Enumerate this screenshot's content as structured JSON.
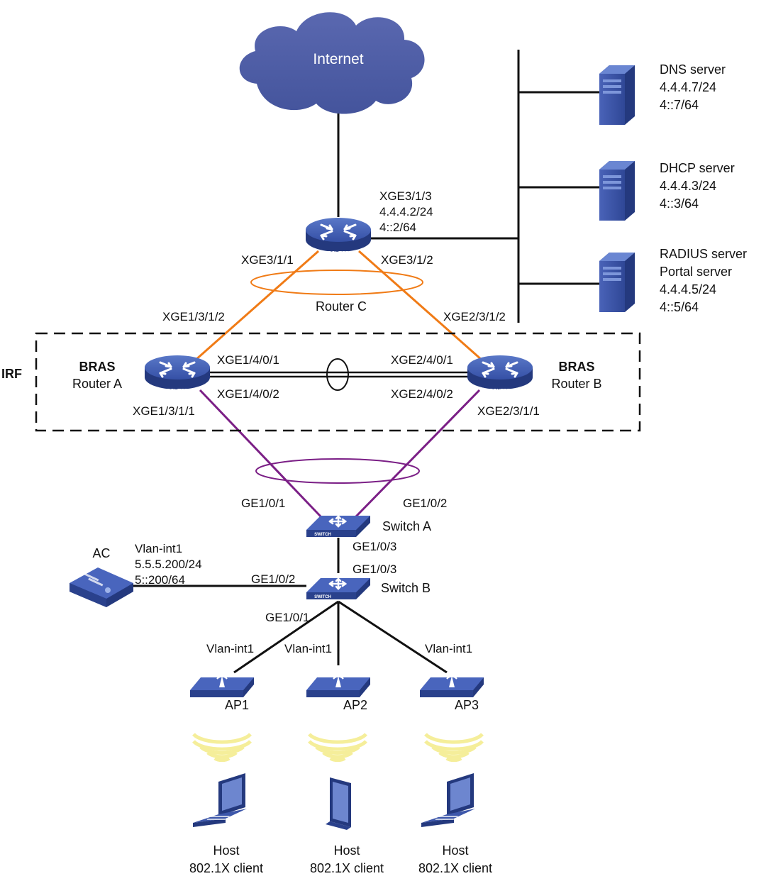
{
  "colors": {
    "device": "#3f5bb0",
    "device_dark": "#22367a",
    "cloud": "#4f5fa6",
    "orange": "#f07b16",
    "purple": "#7b1f86",
    "signal": "#f5ee9a"
  },
  "internet": {
    "label": "Internet"
  },
  "servers": {
    "dns": {
      "name": "DNS server",
      "ip4": "4.4.4.7/24",
      "ip6": "4::7/64"
    },
    "dhcp": {
      "name": "DHCP server",
      "ip4": "4.4.4.3/24",
      "ip6": "4::3/64"
    },
    "radius": {
      "name": "RADIUS server",
      "name2": "Portal server",
      "ip4": "4.4.4.5/24",
      "ip6": "4::5/64"
    }
  },
  "router_c": {
    "name": "Router C",
    "icon_text": "ROUTER",
    "port_server": "XGE3/1/3",
    "ip4": "4.4.4.2/24",
    "ip6": "4::2/64",
    "port_a": "XGE3/1/1",
    "port_b": "XGE3/1/2"
  },
  "irf": {
    "label": "IRF"
  },
  "router_a": {
    "role": "BRAS",
    "name": "Router A",
    "icon_text": "ROUTER",
    "port_up": "XGE1/3/1/2",
    "port_irf1": "XGE1/4/0/1",
    "port_irf2": "XGE1/4/0/2",
    "port_down": "XGE1/3/1/1"
  },
  "router_b": {
    "role": "BRAS",
    "name": "Router B",
    "icon_text": "ROUTER",
    "port_up": "XGE2/3/1/2",
    "port_irf1": "XGE2/4/0/1",
    "port_irf2": "XGE2/4/0/2",
    "port_down": "XGE2/3/1/1"
  },
  "switch_a": {
    "name": "Switch A",
    "icon_text": "SWITCH",
    "port_a": "GE1/0/1",
    "port_b": "GE1/0/2",
    "port_down": "GE1/0/3"
  },
  "switch_b": {
    "name": "Switch B",
    "icon_text": "SWITCH",
    "port_up": "GE1/0/3",
    "port_ac": "GE1/0/2",
    "port_ap": "GE1/0/1"
  },
  "ac": {
    "name": "AC",
    "vlan": "Vlan-int1",
    "ip4": "5.5.5.200/24",
    "ip6": "5::200/64"
  },
  "aps": [
    {
      "name": "AP1",
      "vlan": "Vlan-int1"
    },
    {
      "name": "AP2",
      "vlan": "Vlan-int1"
    },
    {
      "name": "AP3",
      "vlan": "Vlan-int1"
    }
  ],
  "hosts": [
    {
      "name": "Host",
      "role": "802.1X client"
    },
    {
      "name": "Host",
      "role": "802.1X client"
    },
    {
      "name": "Host",
      "role": "802.1X client"
    }
  ]
}
